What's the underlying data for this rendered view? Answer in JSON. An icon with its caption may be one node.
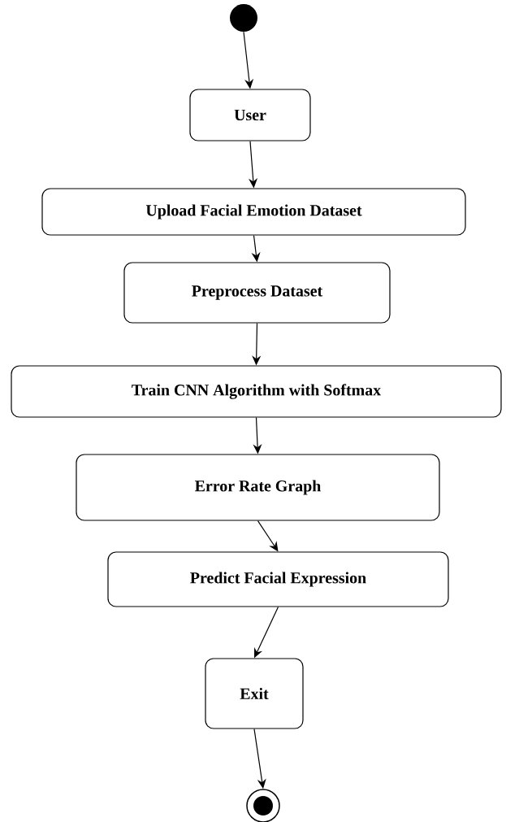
{
  "diagram": {
    "nodes": [
      {
        "text": [],
        "shape": "circle"
      },
      {
        "text": [
          "User"
        ]
      },
      {
        "text": [
          "Upload Facial Emotion Dataset"
        ]
      },
      {
        "text": [
          "Preprocess Dataset"
        ]
      },
      {
        "text": [
          "Train CNN Algorithm with Softmax"
        ]
      },
      {
        "text": [
          "Error Rate Graph"
        ]
      },
      {
        "text": [
          "Predict Facial Expression"
        ]
      },
      {
        "text": [
          "Exit"
        ]
      },
      {
        "text": [],
        "shape": "circle"
      }
    ],
    "edges": [
      {
        "from": 0,
        "to": 1,
        "arrow": "to"
      },
      {
        "from": 1,
        "to": 2,
        "arrow": "to"
      },
      {
        "from": 2,
        "to": 3,
        "arrow": "to"
      },
      {
        "from": 3,
        "to": 4,
        "arrow": "to"
      },
      {
        "from": 4,
        "to": 5,
        "arrow": "to"
      },
      {
        "from": 5,
        "to": 6,
        "arrow": "to"
      },
      {
        "from": 6,
        "to": 7,
        "arrow": "to"
      },
      {
        "from": 7,
        "to": 8,
        "arrow": "to"
      }
    ]
  }
}
